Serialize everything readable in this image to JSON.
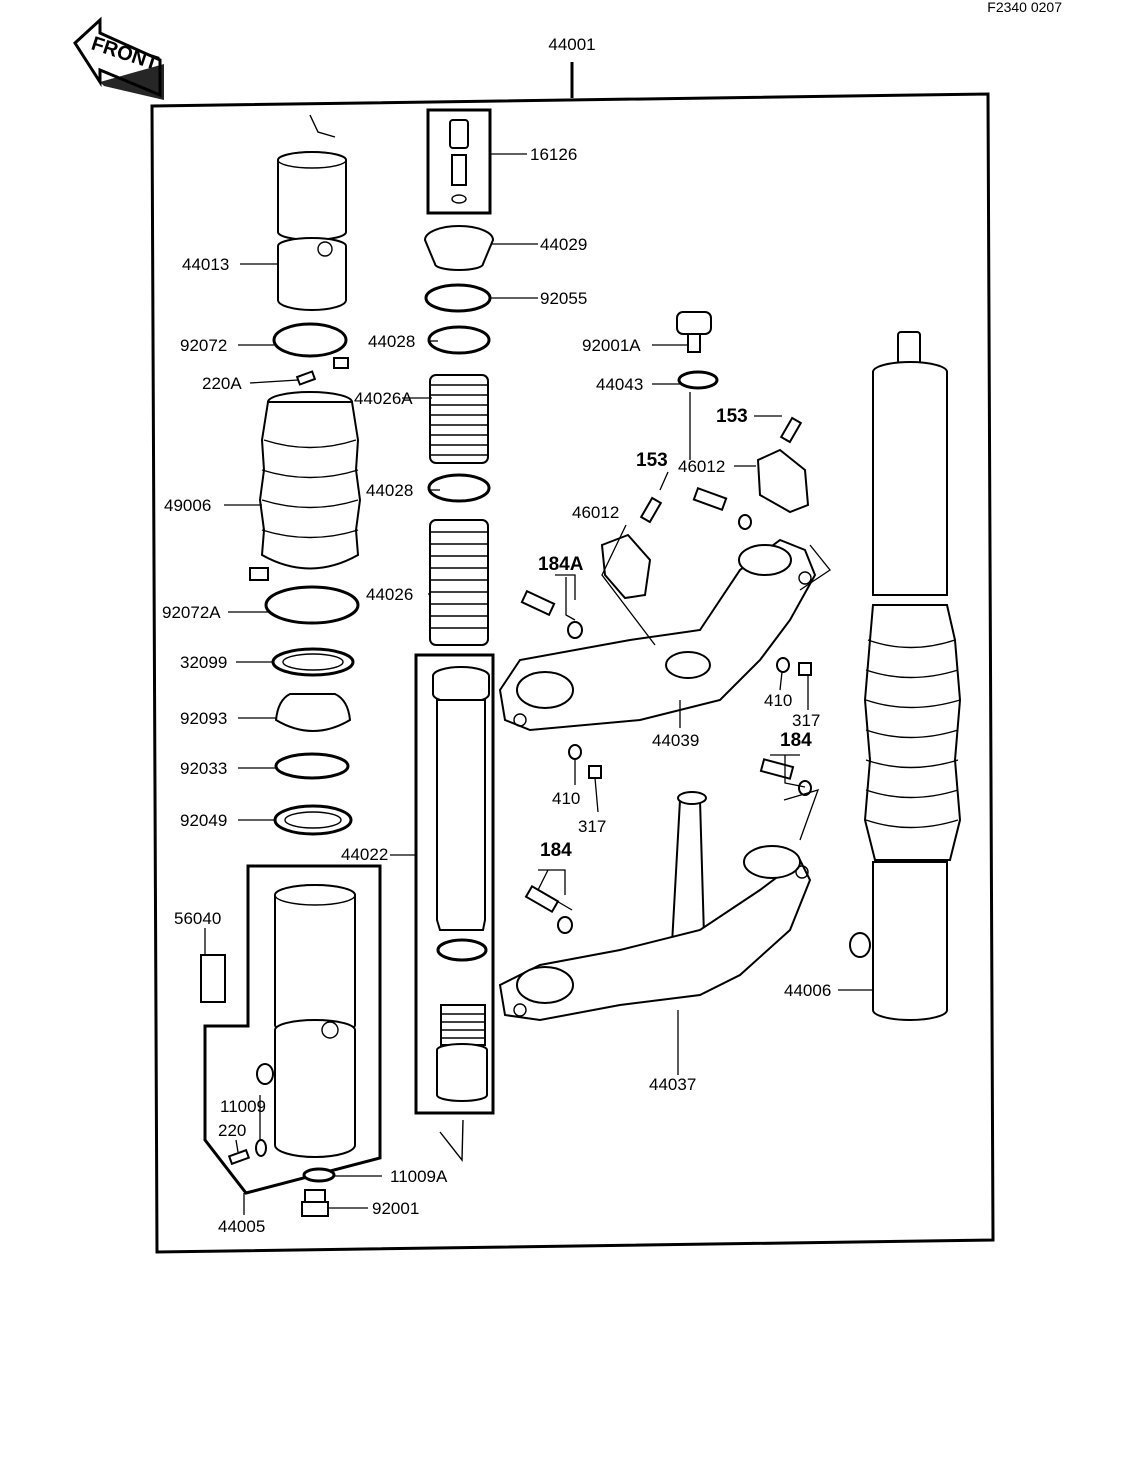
{
  "code": "F2340 0207",
  "front_label": "FRONT",
  "parts": {
    "p44001": "44001",
    "p16126": "16126",
    "p44029": "44029",
    "p92055": "92055",
    "p44013": "44013",
    "p92072": "92072",
    "p220A": "220A",
    "p44028a": "44028",
    "p92001A": "92001A",
    "p44043": "44043",
    "p44026A": "44026A",
    "p153a": "153",
    "p153b": "153",
    "p46012a": "46012",
    "p46012b": "46012",
    "p49006": "49006",
    "p44028b": "44028",
    "p184A": "184A",
    "p92072A": "92072A",
    "p44026": "44026",
    "p32099": "32099",
    "p410a": "410",
    "p317a": "317",
    "p92093": "92093",
    "p44039": "44039",
    "p184a": "184",
    "p92033": "92033",
    "p410b": "410",
    "p317b": "317",
    "p92049": "92049",
    "p44022": "44022",
    "p184b": "184",
    "p56040": "56040",
    "p44006": "44006",
    "p44037": "44037",
    "p11009": "11009",
    "p220": "220",
    "p11009A": "11009A",
    "p92001": "92001",
    "p44005": "44005"
  }
}
